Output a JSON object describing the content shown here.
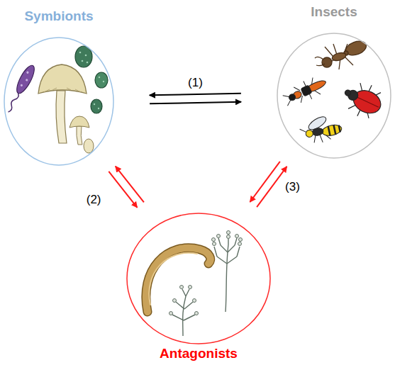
{
  "diagram": {
    "nodes": [
      {
        "text": [
          "Symbionts"
        ]
      },
      {
        "text": [
          "Insects"
        ]
      },
      {
        "text": [
          "Antagonists"
        ]
      }
    ],
    "edges": [
      {
        "from": 0,
        "to": 1,
        "arrow": "both",
        "label": "(1)"
      },
      {
        "from": 0,
        "to": 2,
        "arrow": "both",
        "label": "(2)"
      },
      {
        "from": 1,
        "to": 2,
        "arrow": "both",
        "label": "(3)"
      }
    ]
  }
}
